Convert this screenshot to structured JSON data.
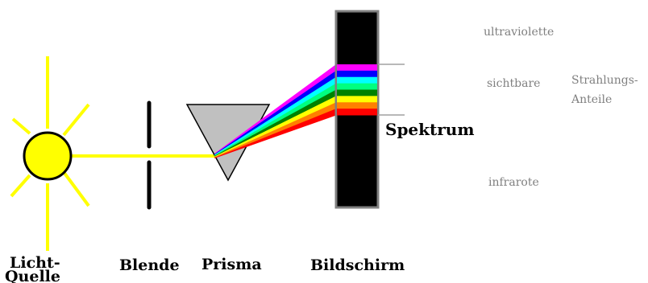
{
  "labels": {
    "light_source_line1": "Licht-",
    "light_source_line2": "Quelle",
    "aperture": "Blende",
    "prism": "Prisma",
    "screen": "Bildschirm",
    "spectrum": "Spektrum",
    "ultraviolet": "ultraviolette",
    "visible": "sichtbare",
    "infrared": "infrarote",
    "radiation_line1": "Strahlungs-",
    "radiation_line2": "Anteile"
  },
  "colors": {
    "sun": "#ffff00",
    "sun_outline": "#000000",
    "prism_fill": "#c0c0c0",
    "screen_fill": "#000000",
    "screen_border": "#808080",
    "region_text": "#808080",
    "spectrum_bands": [
      "#ff00ff",
      "#0000ff",
      "#00ffff",
      "#00ff80",
      "#008000",
      "#ffff00",
      "#ff8000",
      "#ff0000"
    ]
  }
}
